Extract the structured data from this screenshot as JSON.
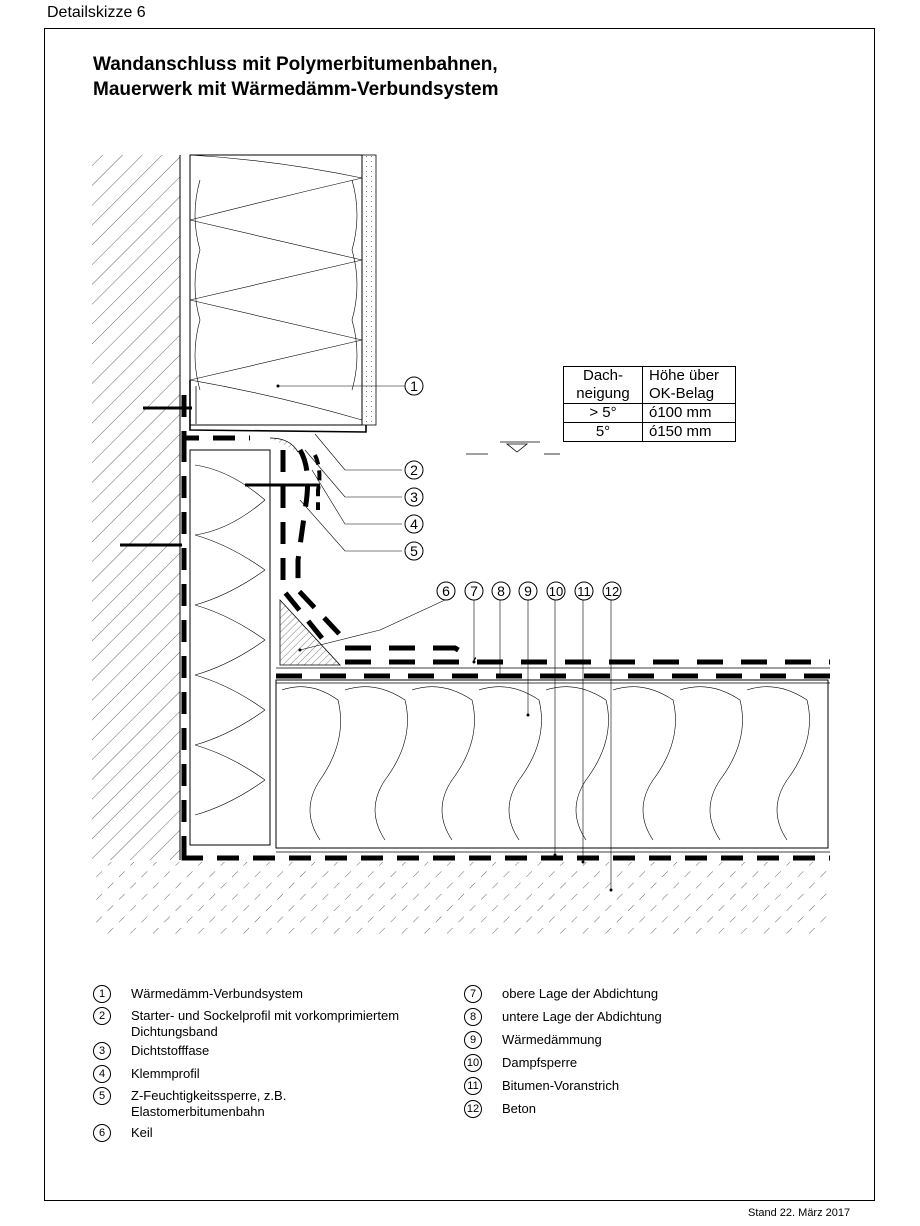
{
  "sheet_label": "Detailskizze 6",
  "title_line1": "Wandanschluss mit Polymerbitumenbahnen,",
  "title_line2": "Mauerwerk mit Wärmedämm-Verbundsystem",
  "stand": "Stand 22. März 2017",
  "table": {
    "header_col1": "Dach-\nneigung",
    "header_col1_a": "Dach-",
    "header_col1_b": "neigung",
    "header_col2_a": "Höhe über",
    "header_col2_b": "OK-Belag",
    "rows": [
      {
        "slope": "> 5°",
        "height": "ó100 mm"
      },
      {
        "slope": "5°",
        "height": "ó150 mm"
      }
    ]
  },
  "callouts": [
    "1",
    "2",
    "3",
    "4",
    "5",
    "6",
    "7",
    "8",
    "9",
    "10",
    "11",
    "12"
  ],
  "legend_left": [
    {
      "num": "1",
      "text": "Wärmedämm-Verbundsystem"
    },
    {
      "num": "2",
      "text": "Starter- und Sockelprofil mit vorkomprimiertem",
      "text2": "Dichtungsband"
    },
    {
      "num": "3",
      "text": "Dichtstofffase"
    },
    {
      "num": "4",
      "text": "Klemmprofil"
    },
    {
      "num": "5",
      "text": "Z-Feuchtigkeitssperre, z.B.",
      "text2": "Elastomerbitumenbahn"
    },
    {
      "num": "6",
      "text": "Keil"
    }
  ],
  "legend_right": [
    {
      "num": "7",
      "text": "obere Lage der Abdichtung"
    },
    {
      "num": "8",
      "text": "untere Lage der Abdichtung"
    },
    {
      "num": "9",
      "text": "Wärmedämmung"
    },
    {
      "num": "10",
      "text": "Dampfsperre"
    },
    {
      "num": "11",
      "text": "Bitumen-Voranstrich"
    },
    {
      "num": "12",
      "text": "Beton"
    }
  ]
}
